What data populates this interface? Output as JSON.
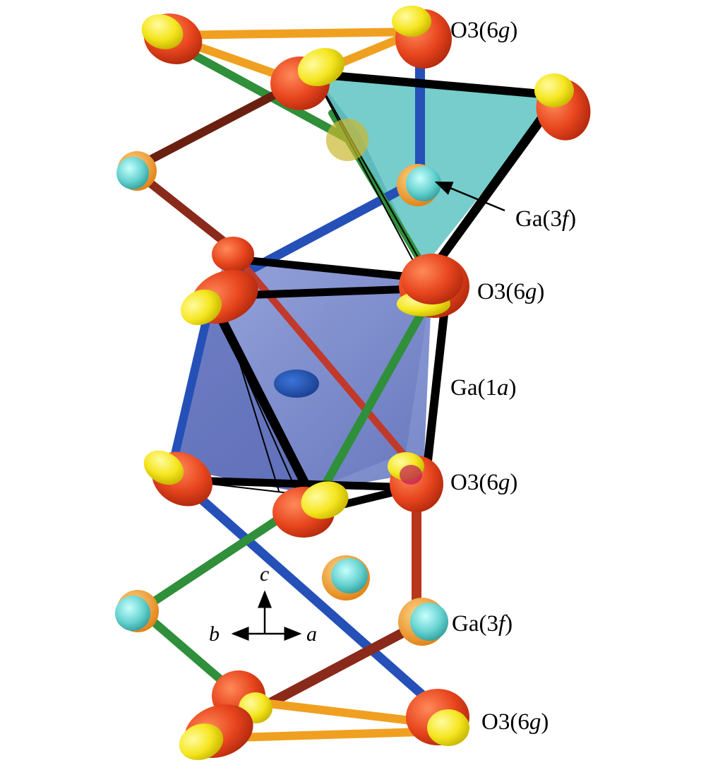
{
  "figure": {
    "labels": {
      "o3_top": {
        "prefix": "O3(6",
        "italic": "g",
        "suffix": ")"
      },
      "ga3f_upper": {
        "prefix": "Ga(3",
        "italic": "f",
        "suffix": ")"
      },
      "o3_upper_mid": {
        "prefix": "O3(6",
        "italic": "g",
        "suffix": ")"
      },
      "ga1a": {
        "prefix": "Ga(1",
        "italic": "a",
        "suffix": ")"
      },
      "o3_lower_mid": {
        "prefix": "O3(6",
        "italic": "g",
        "suffix": ")"
      },
      "ga3f_lower": {
        "prefix": "Ga(3",
        "italic": "f",
        "suffix": ")"
      },
      "o3_bottom": {
        "prefix": "O3(6",
        "italic": "g",
        "suffix": ")"
      }
    },
    "axes": {
      "c": "c",
      "b": "b",
      "a": "a"
    },
    "colors": {
      "oxygen_red": "#e8461e",
      "oxygen_yellow": "#f5e620",
      "gallium_cyan": "#66d2d0",
      "gallium_orange": "#f09a1e",
      "tetrahedron_fill": "#5ec4c2",
      "octahedron_fill": "#6d80c8",
      "ga1a_center": "#1f4fa8",
      "bond_blue": "#2450b8",
      "bond_green": "#2f8f3a",
      "bond_brown": "#8a2a1a",
      "bond_orange": "#f0a020",
      "edge_black": "#000000"
    }
  }
}
